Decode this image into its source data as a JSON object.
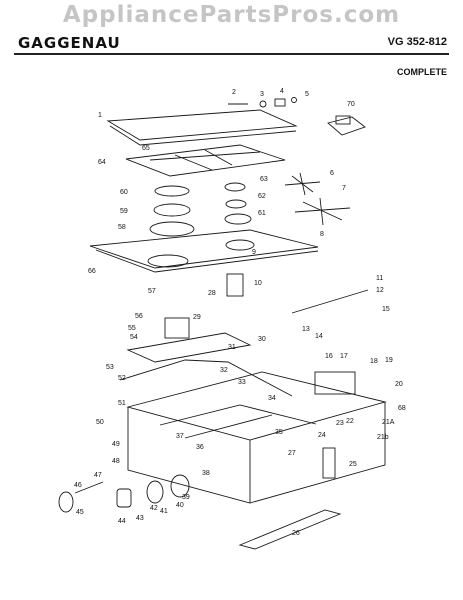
{
  "watermark": "AppliancePartsPros.com",
  "header": {
    "brand": "GAGGENAU",
    "model": "VG 352-812",
    "variant": "COMPLETE"
  },
  "callouts": [
    "1",
    "2",
    "3",
    "4",
    "5",
    "70",
    "65",
    "64",
    "6",
    "7",
    "63",
    "62",
    "61",
    "60",
    "59",
    "58",
    "8",
    "9",
    "66",
    "10",
    "11",
    "12",
    "57",
    "28",
    "29",
    "56",
    "55",
    "54",
    "53",
    "52",
    "13",
    "14",
    "15",
    "16",
    "17",
    "18",
    "19",
    "20",
    "30",
    "31",
    "32",
    "33",
    "34",
    "35",
    "36",
    "37",
    "38",
    "39",
    "40",
    "41",
    "42",
    "43",
    "44",
    "45",
    "46",
    "47",
    "48",
    "49",
    "50",
    "51",
    "21A",
    "21b",
    "22",
    "23",
    "24",
    "25",
    "26",
    "27",
    "68"
  ],
  "colors": {
    "line": "#1a1a1a",
    "watermark": "#969696"
  }
}
